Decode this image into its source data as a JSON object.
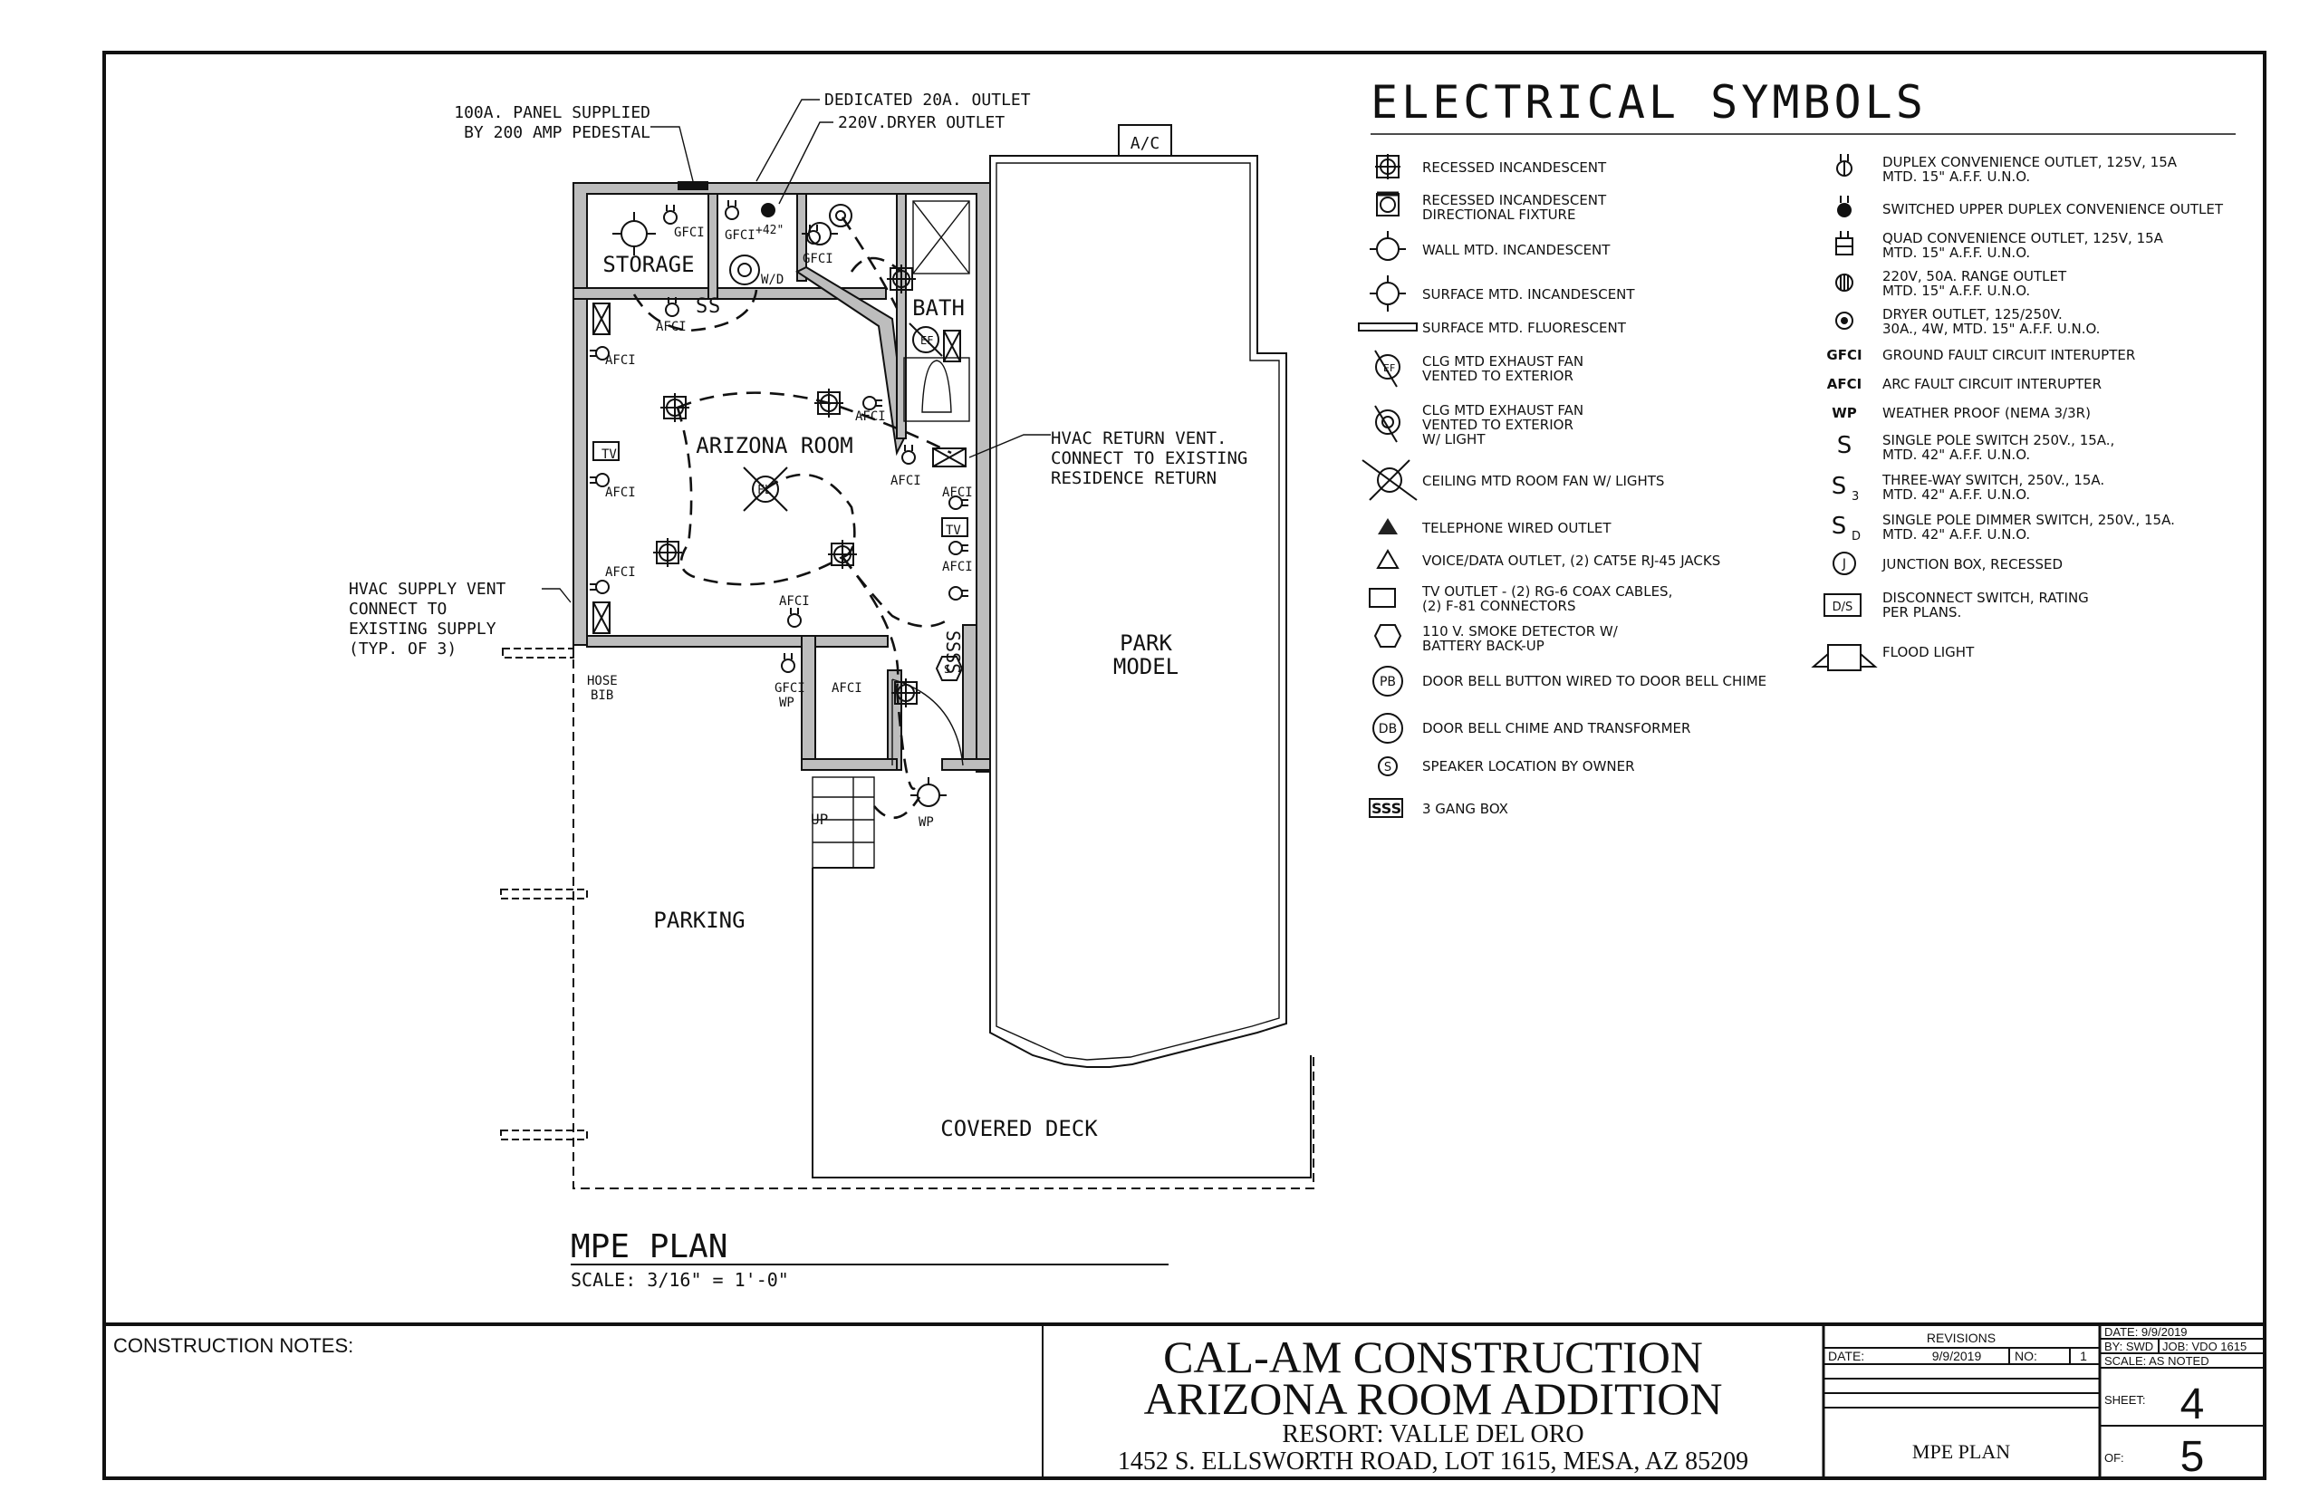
{
  "plan": {
    "callouts": {
      "panel": [
        "100A. PANEL SUPPLIED",
        "BY 200 AMP PEDESTAL"
      ],
      "outlet20": "DEDICATED 20A. OUTLET",
      "dryer": "220V.DRYER OUTLET",
      "ac": "A/C",
      "hvac_return": [
        "HVAC RETURN VENT.",
        "CONNECT TO EXISTING",
        "RESIDENCE RETURN"
      ],
      "hvac_supply": [
        "HVAC SUPPLY VENT",
        "CONNECT TO",
        "EXISTING SUPPLY",
        "(TYP. OF 3)"
      ]
    },
    "rooms": {
      "storage": "STORAGE",
      "bath": "BATH",
      "arizona": "ARIZONA ROOM",
      "park1": "PARK",
      "park2": "MODEL",
      "parking": "PARKING",
      "deck": "COVERED DECK"
    },
    "tags": {
      "gfci": "GFCI",
      "afci": "AFCI",
      "wp": "WP",
      "wd": "W/D",
      "h42": "+42\"",
      "hose1": "HOSE",
      "hose2": "BIB",
      "up": "UP",
      "tv": "TV",
      "ef": "EF",
      "fl": "FL",
      "s": "S",
      "ssss": "SSSS"
    },
    "title": "MPE PLAN",
    "scale": "SCALE: 3/16\" = 1'-0\""
  },
  "legend": {
    "title": "ELECTRICAL SYMBOLS",
    "left": [
      [
        "RECESSED INCANDESCENT"
      ],
      [
        "RECESSED INCANDESCENT",
        "DIRECTIONAL FIXTURE"
      ],
      [
        "WALL MTD. INCANDESCENT"
      ],
      [
        "SURFACE MTD. INCANDESCENT"
      ],
      [
        "SURFACE MTD. FLUORESCENT"
      ],
      [
        "CLG MTD EXHAUST FAN",
        "VENTED TO EXTERIOR"
      ],
      [
        "CLG MTD EXHAUST FAN",
        "VENTED TO EXTERIOR",
        "W/ LIGHT"
      ],
      [
        "CEILING MTD ROOM FAN W/ LIGHTS"
      ],
      [
        "TELEPHONE WIRED OUTLET"
      ],
      [
        "VOICE/DATA OUTLET, (2) CAT5E RJ-45 JACKS"
      ],
      [
        "TV OUTLET - (2) RG-6 COAX CABLES,",
        "(2) F-81 CONNECTORS"
      ],
      [
        "110 V. SMOKE DETECTOR W/",
        "BATTERY BACK-UP"
      ],
      [
        "DOOR BELL BUTTON WIRED TO DOOR BELL CHIME"
      ],
      [
        "DOOR BELL CHIME AND TRANSFORMER"
      ],
      [
        "SPEAKER LOCATION BY OWNER"
      ],
      [
        "3 GANG BOX"
      ]
    ],
    "left_symbol_text": {
      "ef": "EF",
      "pb": "PB",
      "db": "DB",
      "s": "S",
      "ssss": "SSS"
    },
    "right": [
      [
        "DUPLEX CONVENIENCE OUTLET, 125V, 15A",
        "MTD. 15\" A.F.F. U.N.O."
      ],
      [
        "SWITCHED UPPER DUPLEX CONVENIENCE OUTLET"
      ],
      [
        "QUAD CONVENIENCE OUTLET, 125V, 15A",
        "MTD. 15\" A.F.F. U.N.O."
      ],
      [
        "220V, 50A. RANGE OUTLET",
        "MTD. 15\" A.F.F. U.N.O."
      ],
      [
        "DRYER OUTLET, 125/250V.",
        "30A., 4W, MTD. 15\" A.F.F. U.N.O."
      ],
      [
        "GROUND FAULT CIRCUIT INTERUPTER"
      ],
      [
        "ARC FAULT CIRCUIT INTERUPTER"
      ],
      [
        "WEATHER PROOF (NEMA 3/3R)"
      ],
      [
        "SINGLE POLE SWITCH 250V., 15A.,",
        "MTD. 42\" A.F.F. U.N.O."
      ],
      [
        "THREE-WAY SWITCH, 250V., 15A.",
        "MTD. 42\" A.F.F. U.N.O."
      ],
      [
        "SINGLE POLE DIMMER SWITCH, 250V., 15A.",
        "MTD. 42\" A.F.F. U.N.O."
      ],
      [
        "JUNCTION BOX, RECESSED"
      ],
      [
        "DISCONNECT SWITCH, RATING",
        "PER PLANS."
      ],
      [
        "FLOOD LIGHT"
      ]
    ],
    "right_symbol_text": {
      "gfci": "GFCI",
      "afci": "AFCI",
      "wp": "WP",
      "s": "S",
      "s3": "3",
      "sd": "D",
      "j": "J",
      "ds": "D/S"
    }
  },
  "titleblock": {
    "notes_label": "CONSTRUCTION NOTES:",
    "company": "CAL-AM CONSTRUCTION",
    "project": "ARIZONA ROOM ADDITION",
    "resort": "RESORT: VALLE DEL ORO",
    "address": "1452 S. ELLSWORTH ROAD, LOT 1615, MESA, AZ 85209",
    "revisions_label": "REVISIONS",
    "rev_date_label": "DATE:",
    "rev_date": "9/9/2019",
    "rev_no_label": "NO:",
    "rev_no": "1",
    "sheet_name": "MPE PLAN",
    "date_field": "DATE:   9/9/2019",
    "by_field": "BY: SWD",
    "job_field": "JOB: VDO 1615",
    "scale_field": "SCALE: AS NOTED",
    "sheet_label": "SHEET:",
    "sheet_no": "4",
    "of_label": "OF:",
    "of_no": "5"
  }
}
